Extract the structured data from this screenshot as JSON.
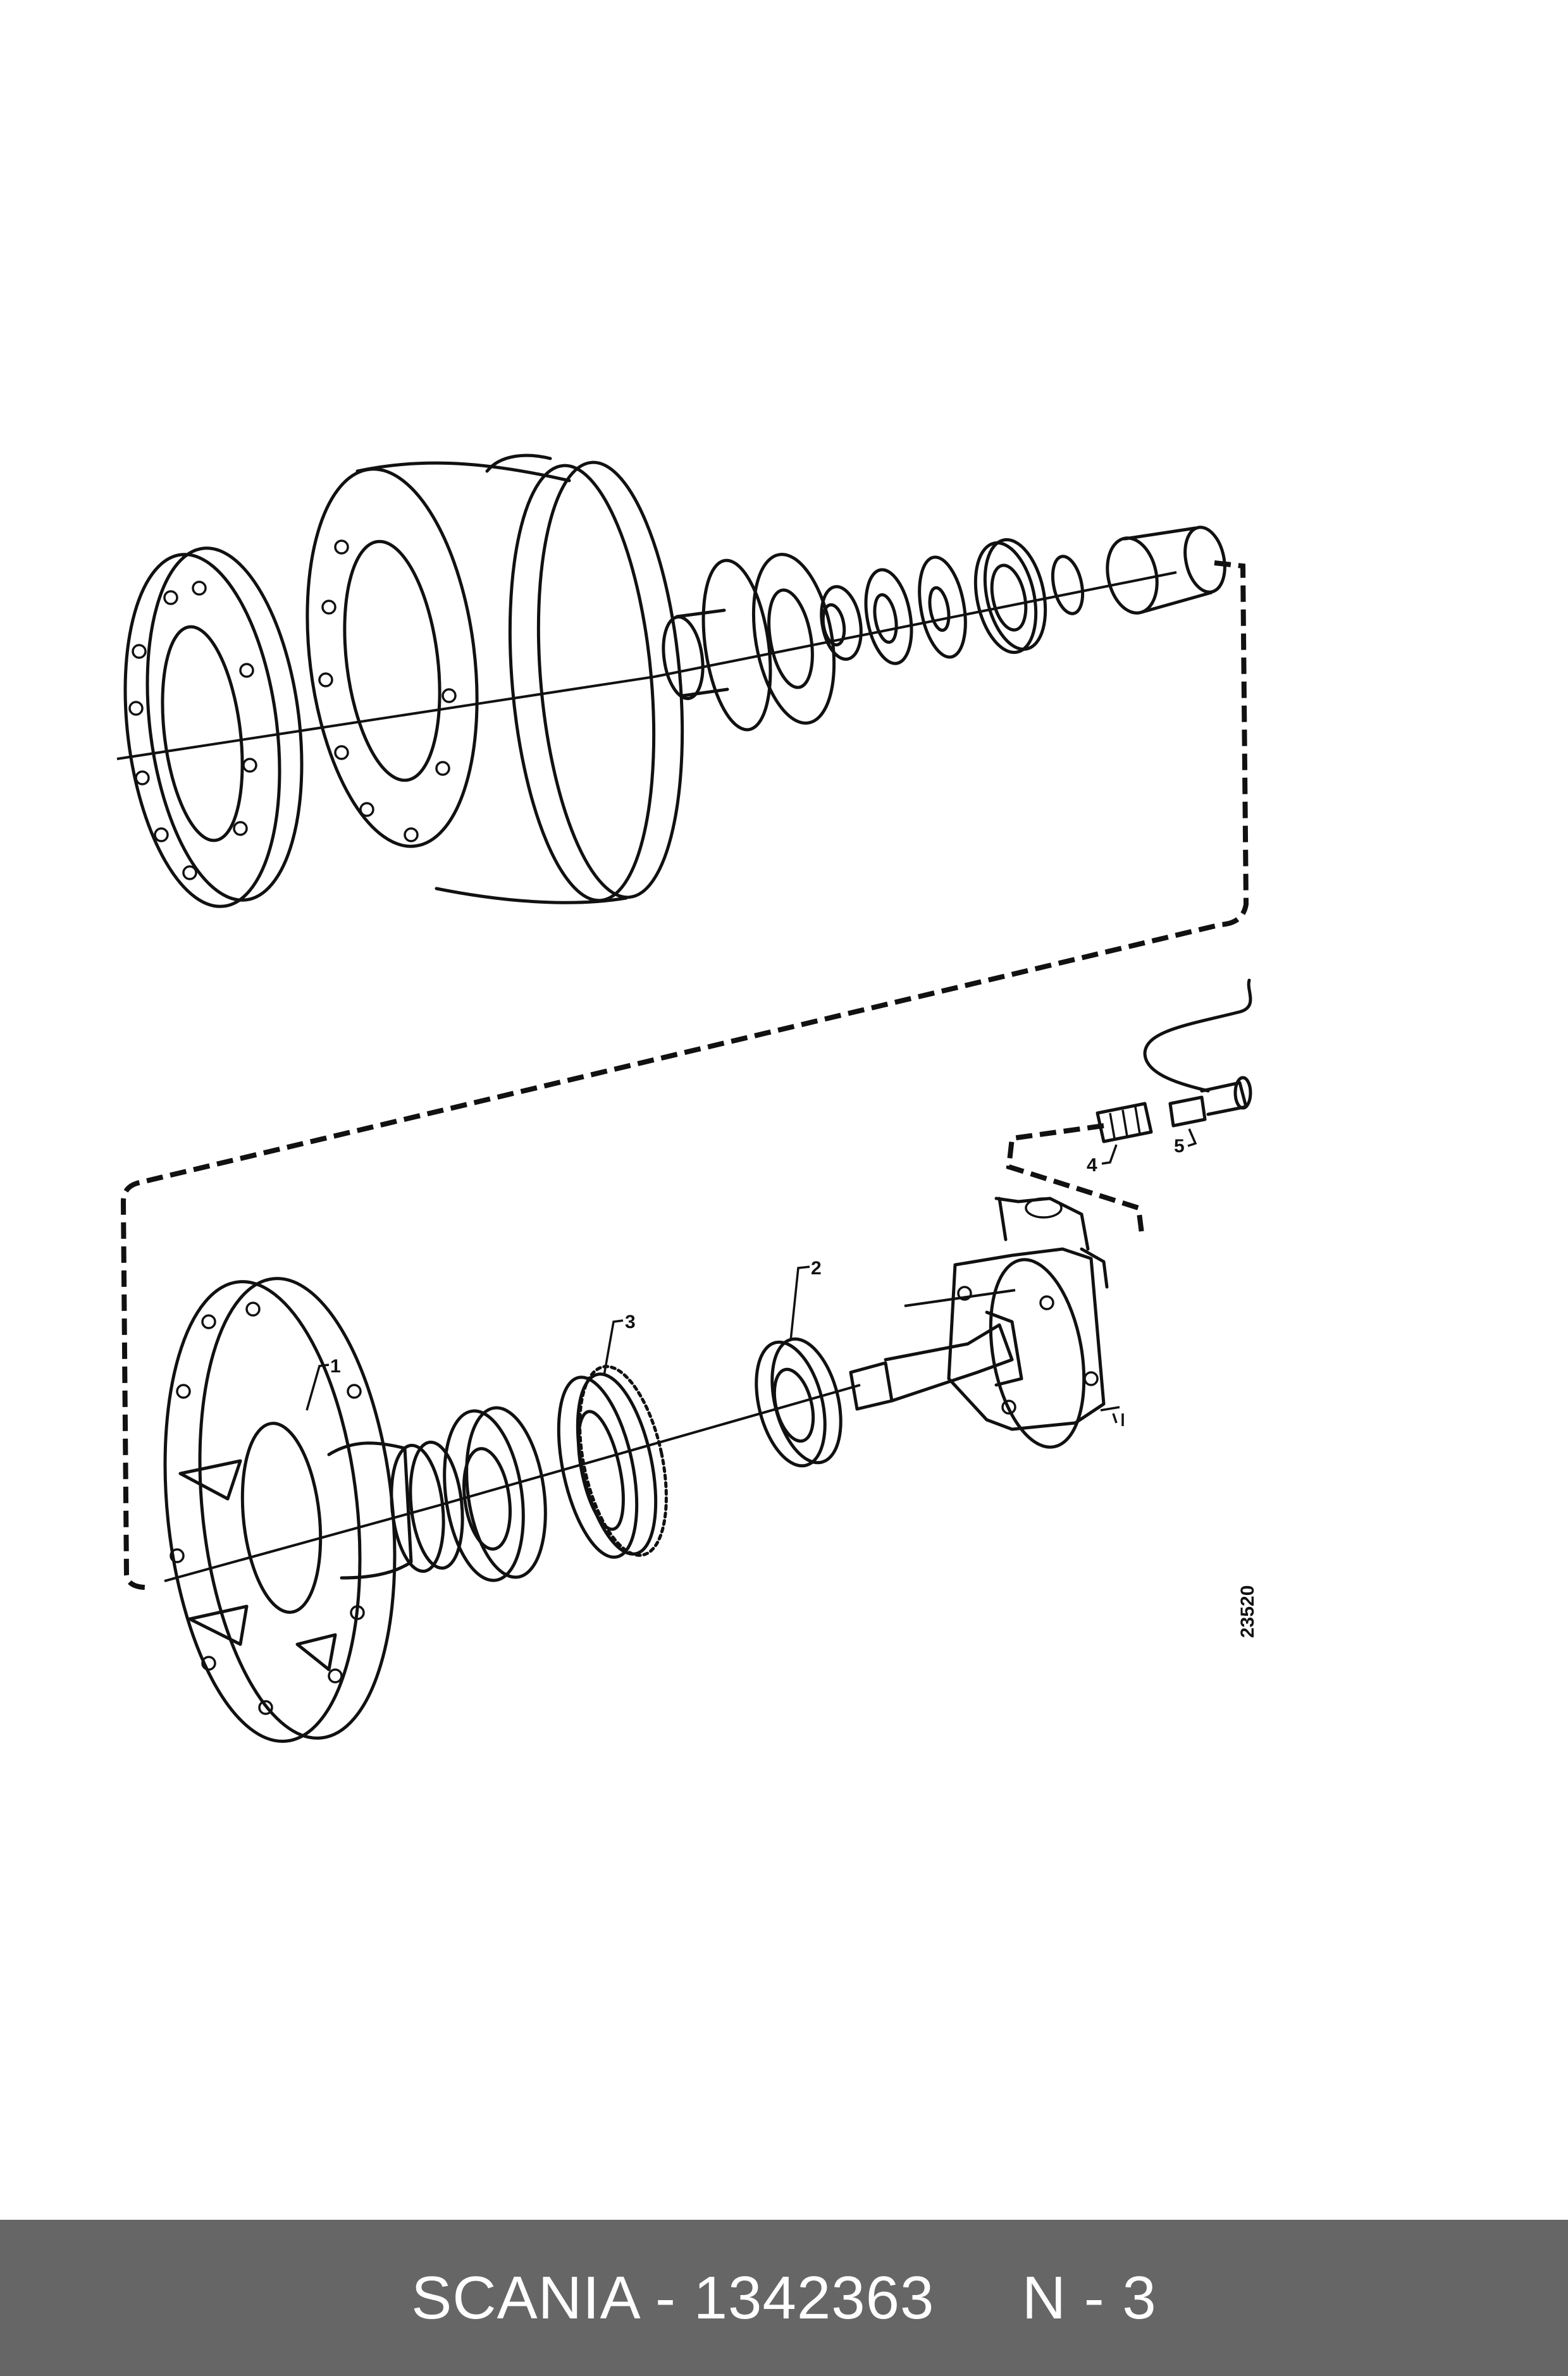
{
  "diagram": {
    "document_number": "23520",
    "callouts": [
      "1",
      "2",
      "3",
      "4",
      "5"
    ]
  },
  "footer": {
    "label": "SCANIA - 1342363     N - 3",
    "background_color": "#666666",
    "text_color": "#ffffff"
  }
}
